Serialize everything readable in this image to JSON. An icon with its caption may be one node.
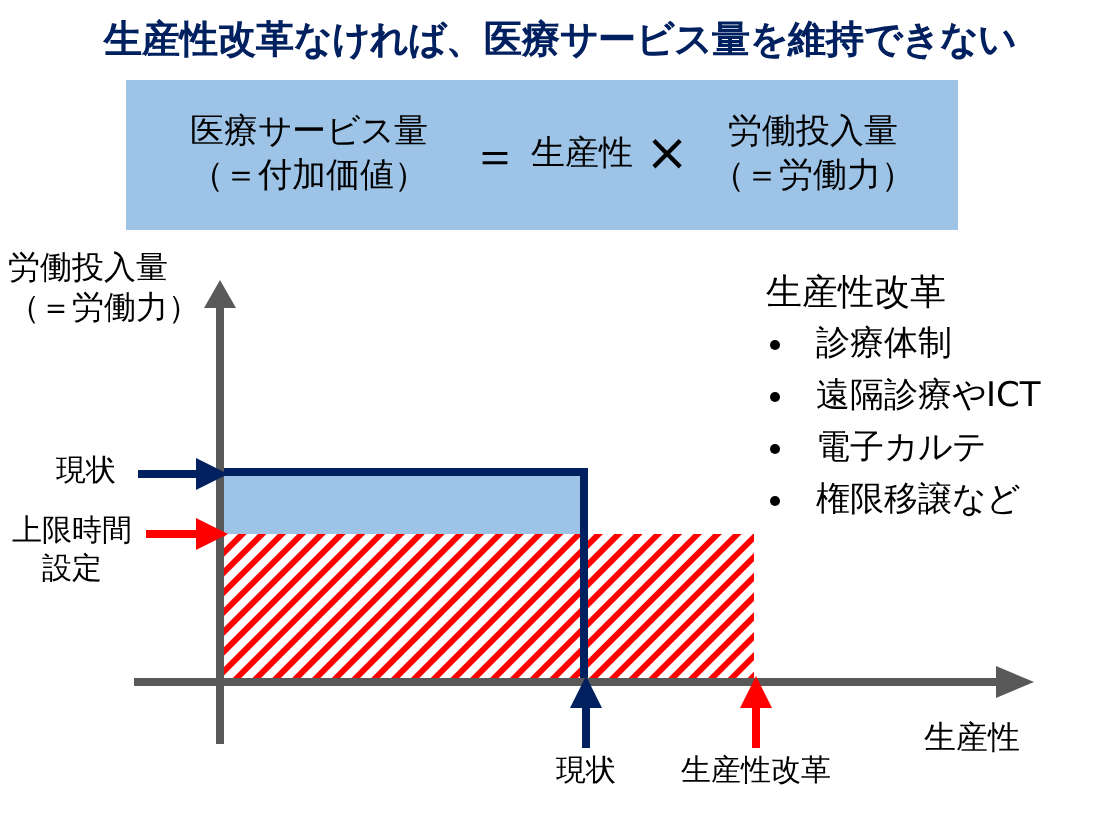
{
  "diagram": {
    "title": "生産性改革なければ、医療サービス量を維持できない",
    "nodes": [
      {
        "text": [
          "医療サービス量（＝付加価値）",
          "＝",
          "生産性",
          "×",
          "労働投入量（＝労働力）"
        ]
      },
      {
        "text": [
          "現状"
        ]
      },
      {
        "text": [
          "上限時間設定"
        ]
      },
      {
        "text": [
          "現状"
        ]
      },
      {
        "text": [
          "生産性改革"
        ]
      },
      {
        "text": [],
        "shape": "picture"
      }
    ],
    "edges": [
      {
        "from": 1,
        "to": 5,
        "arrow": "to"
      },
      {
        "from": 2,
        "to": 5,
        "arrow": "to",
        "color": "#ff0000"
      },
      {
        "from": 3,
        "to": 5,
        "arrow": "to"
      },
      {
        "from": 4,
        "to": 5,
        "arrow": "to",
        "color": "#ff0000"
      }
    ],
    "labels": [
      "労働投入量（＝労働力）",
      "生産性改革",
      "診療体制",
      "遠隔診療やICT",
      "電子カルテ",
      "権限移譲など",
      "生産性"
    ]
  }
}
